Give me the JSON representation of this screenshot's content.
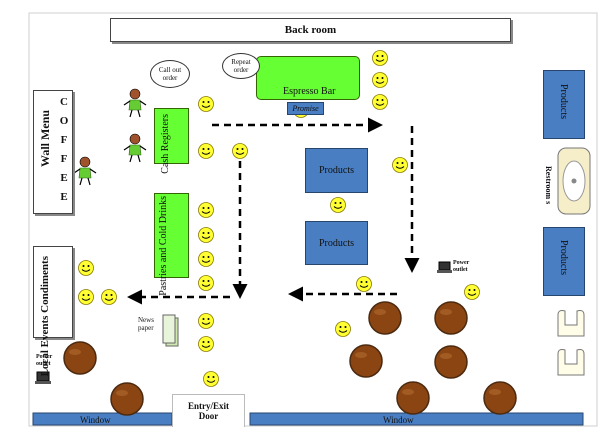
{
  "labels": {
    "back_room": "Back room",
    "wall_menu": "Wall Menu",
    "coffee_letters": [
      "C",
      "O",
      "F",
      "F",
      "E",
      "E"
    ],
    "local_events": "Local Events Condiments",
    "cash_registers": "Cash Registers",
    "pastries": "Pastries and Cold Drinks",
    "espresso_bar": "Espresso Bar",
    "promise": "Promise",
    "products_center_1": "Products",
    "products_center_2": "Products",
    "products_right_1": "Products",
    "products_right_2": "Products",
    "restroom": "Restroom s",
    "newspaper": "News paper",
    "power_outlet_left": "Power outlet",
    "power_outlet_right": "Power outlet",
    "entry_exit": "Entry/Exit",
    "door": "Door",
    "window_left": "Window",
    "window_right": "Window",
    "callout_call_order": "Call out order",
    "callout_repeat_order": "Repeat order"
  },
  "colors": {
    "green": "#66ff33",
    "blue": "#4a7ec2",
    "smiley": "#ffff33",
    "table": "#8b4513",
    "window": "#4a7ec2"
  }
}
